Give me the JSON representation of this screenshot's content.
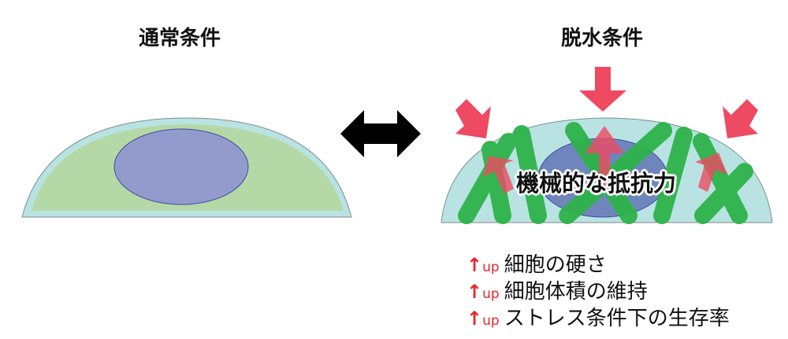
{
  "left_title": "通常条件",
  "right_title": "脱水条件",
  "overlay_label": "機械的な抵抗力",
  "effects": [
    {
      "marker": "↑",
      "tag": "up",
      "text": "細胞の硬さ"
    },
    {
      "marker": "↑",
      "tag": "up",
      "text": "細胞体積の維持"
    },
    {
      "marker": "↑",
      "tag": "up",
      "text": "ストレス条件下の生存率"
    }
  ],
  "colors": {
    "cytoplasm": "#b5d9a6",
    "cell_dehydrated": "#b9e3e3",
    "nucleus": "#939bcd",
    "fiber": "#2db34a",
    "force": "#ee4a62",
    "up": "#e8242b"
  }
}
